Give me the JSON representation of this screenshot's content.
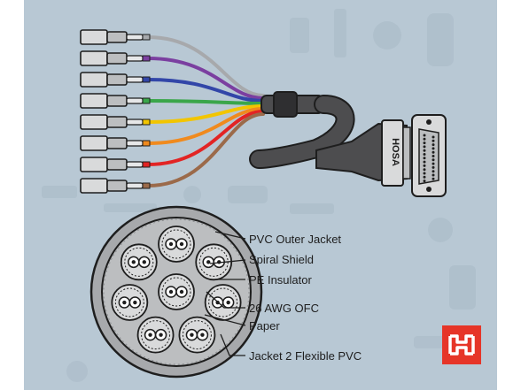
{
  "connector": {
    "brand_mark": "HOSA"
  },
  "cable_layers": [
    "PVC Outer Jacket",
    "Spiral Shield",
    "PE Insulator",
    "26 AWG OFC",
    "Paper",
    "Jacket 2 Flexible PVC"
  ],
  "wire_colors": [
    "#a7a9ac",
    "#7b3fa0",
    "#3246a8",
    "#3aa64a",
    "#f2c500",
    "#f08a1e",
    "#e22424",
    "#9b6a4a"
  ],
  "logo": {
    "name": "hosa-logo-icon",
    "color": "#e63528"
  }
}
